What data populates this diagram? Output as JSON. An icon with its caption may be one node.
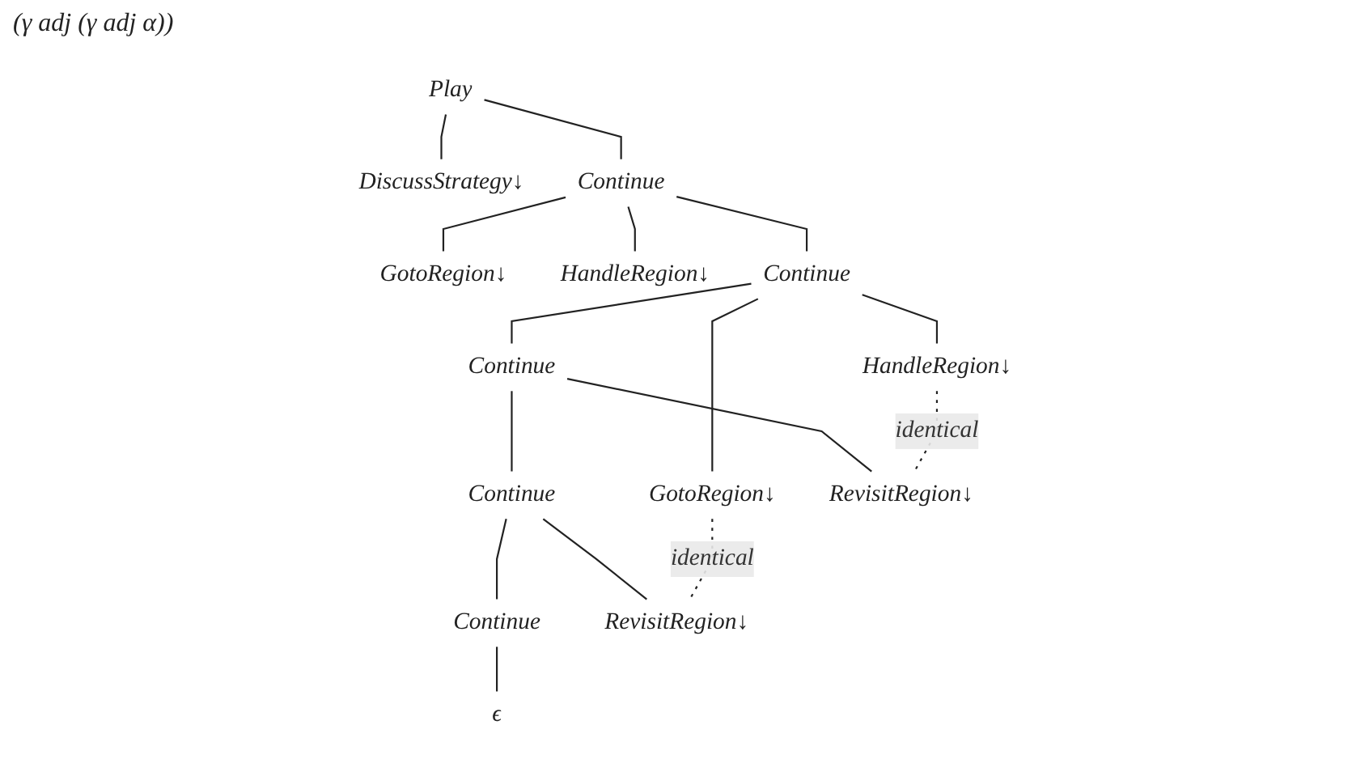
{
  "diagram": {
    "title": "(γ adj (γ adj α))",
    "nodes": [
      {
        "text": [
          "Play"
        ]
      },
      {
        "text": [
          "DiscussStrategy↓"
        ]
      },
      {
        "text": [
          "Continue"
        ]
      },
      {
        "text": [
          "GotoRegion↓"
        ]
      },
      {
        "text": [
          "HandleRegion↓"
        ]
      },
      {
        "text": [
          "Continue"
        ]
      },
      {
        "text": [
          "GotoRegion↓"
        ]
      },
      {
        "text": [
          "HandleRegion↓"
        ]
      },
      {
        "text": [
          "Continue"
        ]
      },
      {
        "text": [
          "Continue"
        ]
      },
      {
        "text": [
          "RevisitRegion↓"
        ]
      },
      {
        "text": [
          "Continue"
        ]
      },
      {
        "text": [
          "RevisitRegion↓"
        ]
      },
      {
        "text": [
          "ϵ"
        ]
      }
    ],
    "edges": [
      {
        "from": 0,
        "to": 1,
        "arrow": "none"
      },
      {
        "from": 0,
        "to": 2,
        "arrow": "none"
      },
      {
        "from": 2,
        "to": 3,
        "arrow": "none"
      },
      {
        "from": 2,
        "to": 4,
        "arrow": "none"
      },
      {
        "from": 2,
        "to": 5,
        "arrow": "none"
      },
      {
        "from": 5,
        "to": 6,
        "arrow": "none"
      },
      {
        "from": 5,
        "to": 7,
        "arrow": "none"
      },
      {
        "from": 5,
        "to": 8,
        "arrow": "none"
      },
      {
        "from": 8,
        "to": 9,
        "arrow": "none"
      },
      {
        "from": 8,
        "to": 10,
        "arrow": "none"
      },
      {
        "from": 9,
        "to": 11,
        "arrow": "none"
      },
      {
        "from": 9,
        "to": 12,
        "arrow": "none"
      },
      {
        "from": 11,
        "to": 13,
        "arrow": "none"
      },
      {
        "from": 6,
        "to": 12,
        "arrow": "none",
        "style": "dashed",
        "label": "identical"
      },
      {
        "from": 7,
        "to": 10,
        "arrow": "none",
        "style": "dashed",
        "label": "identical"
      }
    ]
  }
}
